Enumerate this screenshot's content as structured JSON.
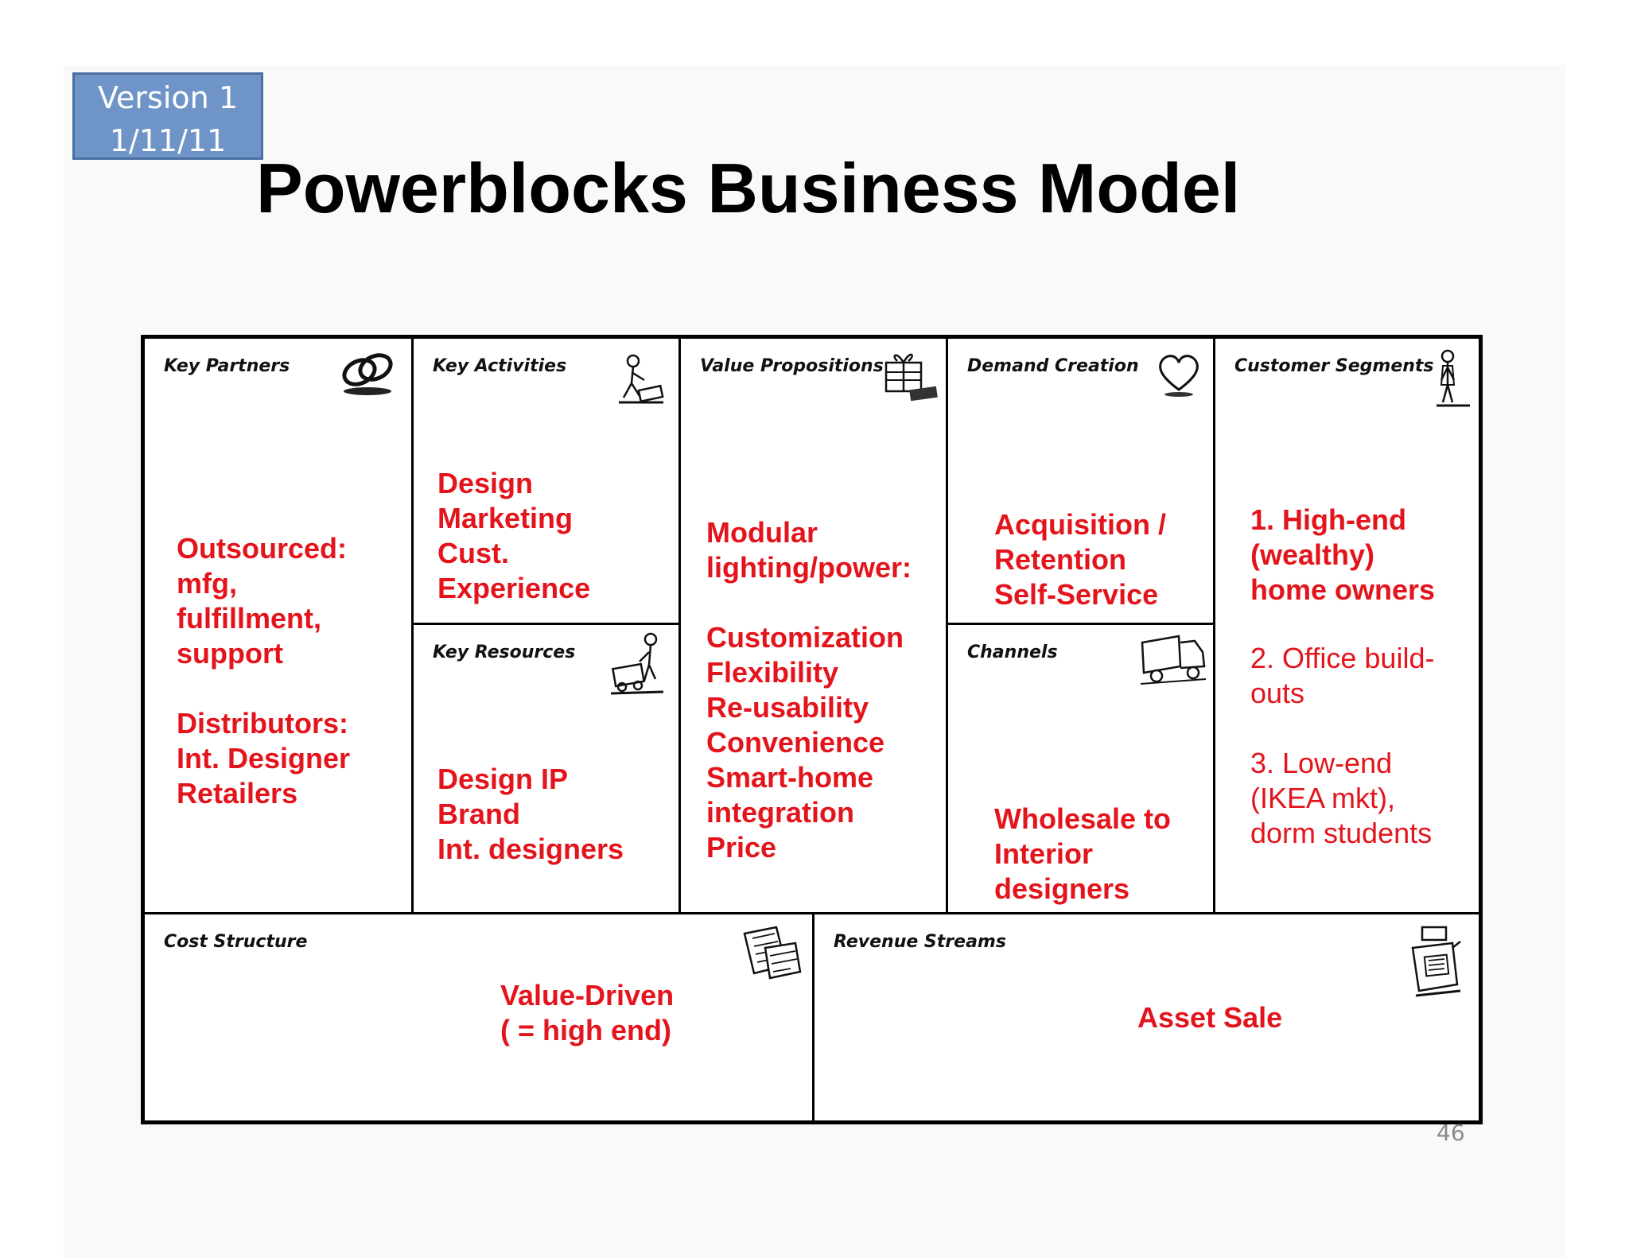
{
  "version_badge": {
    "line1": "Version 1",
    "line2": "1/11/11"
  },
  "title": "Powerblocks Business Model",
  "canvas": {
    "key_partners": {
      "label": "Key Partners",
      "lines": [
        "Outsourced:",
        "mfg,",
        "fulfillment,",
        "support",
        "",
        "Distributors:",
        "Int. Designer",
        "Retailers"
      ]
    },
    "key_activities": {
      "label": "Key Activities",
      "lines": [
        "Design",
        "Marketing",
        "Cust.",
        "Experience"
      ]
    },
    "key_resources": {
      "label": "Key Resources",
      "lines": [
        "Design IP",
        "Brand",
        "Int. designers"
      ]
    },
    "value_propositions": {
      "label": "Value Propositions",
      "lines": [
        "Modular",
        "lighting/power:",
        "",
        "Customization",
        "Flexibility",
        "Re-usability",
        "Convenience",
        "Smart-home",
        "integration",
        "Price"
      ]
    },
    "demand_creation": {
      "label": "Demand Creation",
      "lines": [
        "Acquisition /",
        "Retention",
        "Self-Service"
      ]
    },
    "channels": {
      "label": "Channels",
      "lines": [
        "Wholesale to",
        "Interior",
        "designers"
      ]
    },
    "customer_segments": {
      "label": "Customer Segments",
      "lines_bold": [
        "1.  High-end",
        "(wealthy)",
        "home owners"
      ],
      "lines_regular": [
        "2.  Office build-",
        "outs",
        "",
        "3.  Low-end",
        "(IKEA mkt),",
        "dorm students"
      ]
    },
    "cost_structure": {
      "label": "Cost Structure",
      "lines": [
        "Value-Driven",
        "( = high end)"
      ]
    },
    "revenue_streams": {
      "label": "Revenue Streams",
      "lines": [
        "Asset Sale"
      ]
    }
  },
  "icons": [
    "chain-link-icon",
    "worker-icon",
    "gift-box-icon",
    "heart-icon",
    "standing-person-icon",
    "machine-operator-icon",
    "delivery-truck-icon",
    "receipts-icon",
    "cash-register-icon"
  ],
  "colors": {
    "content_red": "#e3141b",
    "badge_blue": "#6f95c8"
  },
  "page_number": "46"
}
